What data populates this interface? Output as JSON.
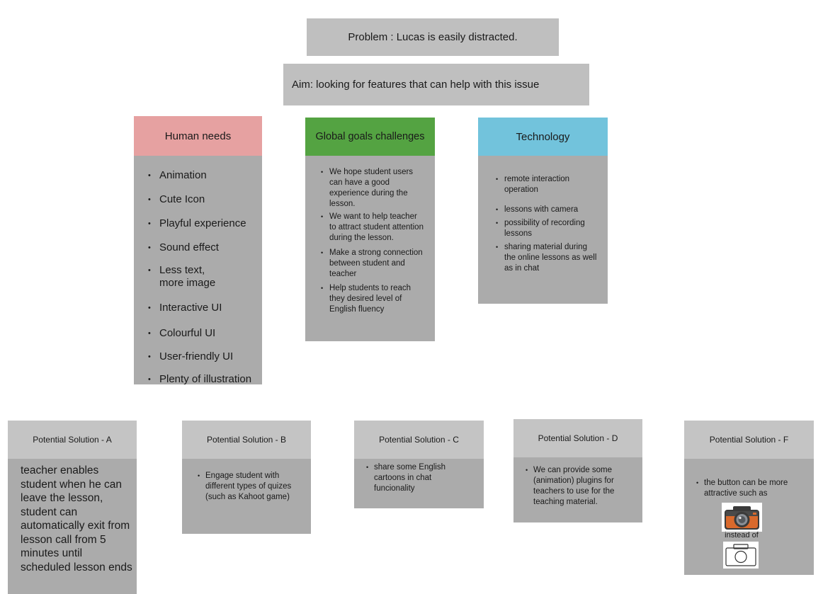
{
  "problem": "Problem : Lucas is easily distracted.",
  "aim": "Aim: looking for features that can help with this issue",
  "human_needs": {
    "title": "Human needs",
    "color": "#e6a1a1",
    "items": [
      "Animation",
      "Cute Icon",
      "Playful  experience",
      "Sound effect",
      "Less text,\nmore image",
      "Interactive UI",
      "Colourful UI",
      "User-friendly UI",
      "Plenty of illustration"
    ]
  },
  "global_goals": {
    "title": "Global goals challenges",
    "color": "#54a342",
    "items": [
      "We hope student users can have a good experience during the lesson.",
      "We want to help teacher to attract student attention during the lesson.",
      "Make a strong connection between student and teacher",
      "Help students to reach they desired level of English fluency"
    ]
  },
  "technology": {
    "title": "Technology",
    "color": "#72c3dc",
    "items": [
      "remote interaction operation",
      "lessons with camera",
      "possibility of recording lessons",
      "sharing material during the online lessons as well as in chat"
    ]
  },
  "solutions": {
    "a": {
      "title": "Potential Solution - A",
      "text": "teacher enables student when he can leave the lesson, student can automatically exit from lesson call from 5 minutes until scheduled lesson ends"
    },
    "b": {
      "title": "Potential Solution - B",
      "items": [
        "Engage student with different types of quizes (such as Kahoot game)"
      ]
    },
    "c": {
      "title": "Potential Solution - C",
      "items": [
        "share some English cartoons in chat funcionality"
      ]
    },
    "d": {
      "title": "Potential Solution - D",
      "items": [
        "We can provide some (animation) plugins for teachers to use for the teaching material."
      ]
    },
    "f": {
      "title": "Potential Solution - F",
      "items": [
        "the button can be more attractive such as"
      ],
      "instead_of": "instead of",
      "icons": [
        "camera-colored-icon",
        "camera-outline-icon"
      ]
    }
  }
}
